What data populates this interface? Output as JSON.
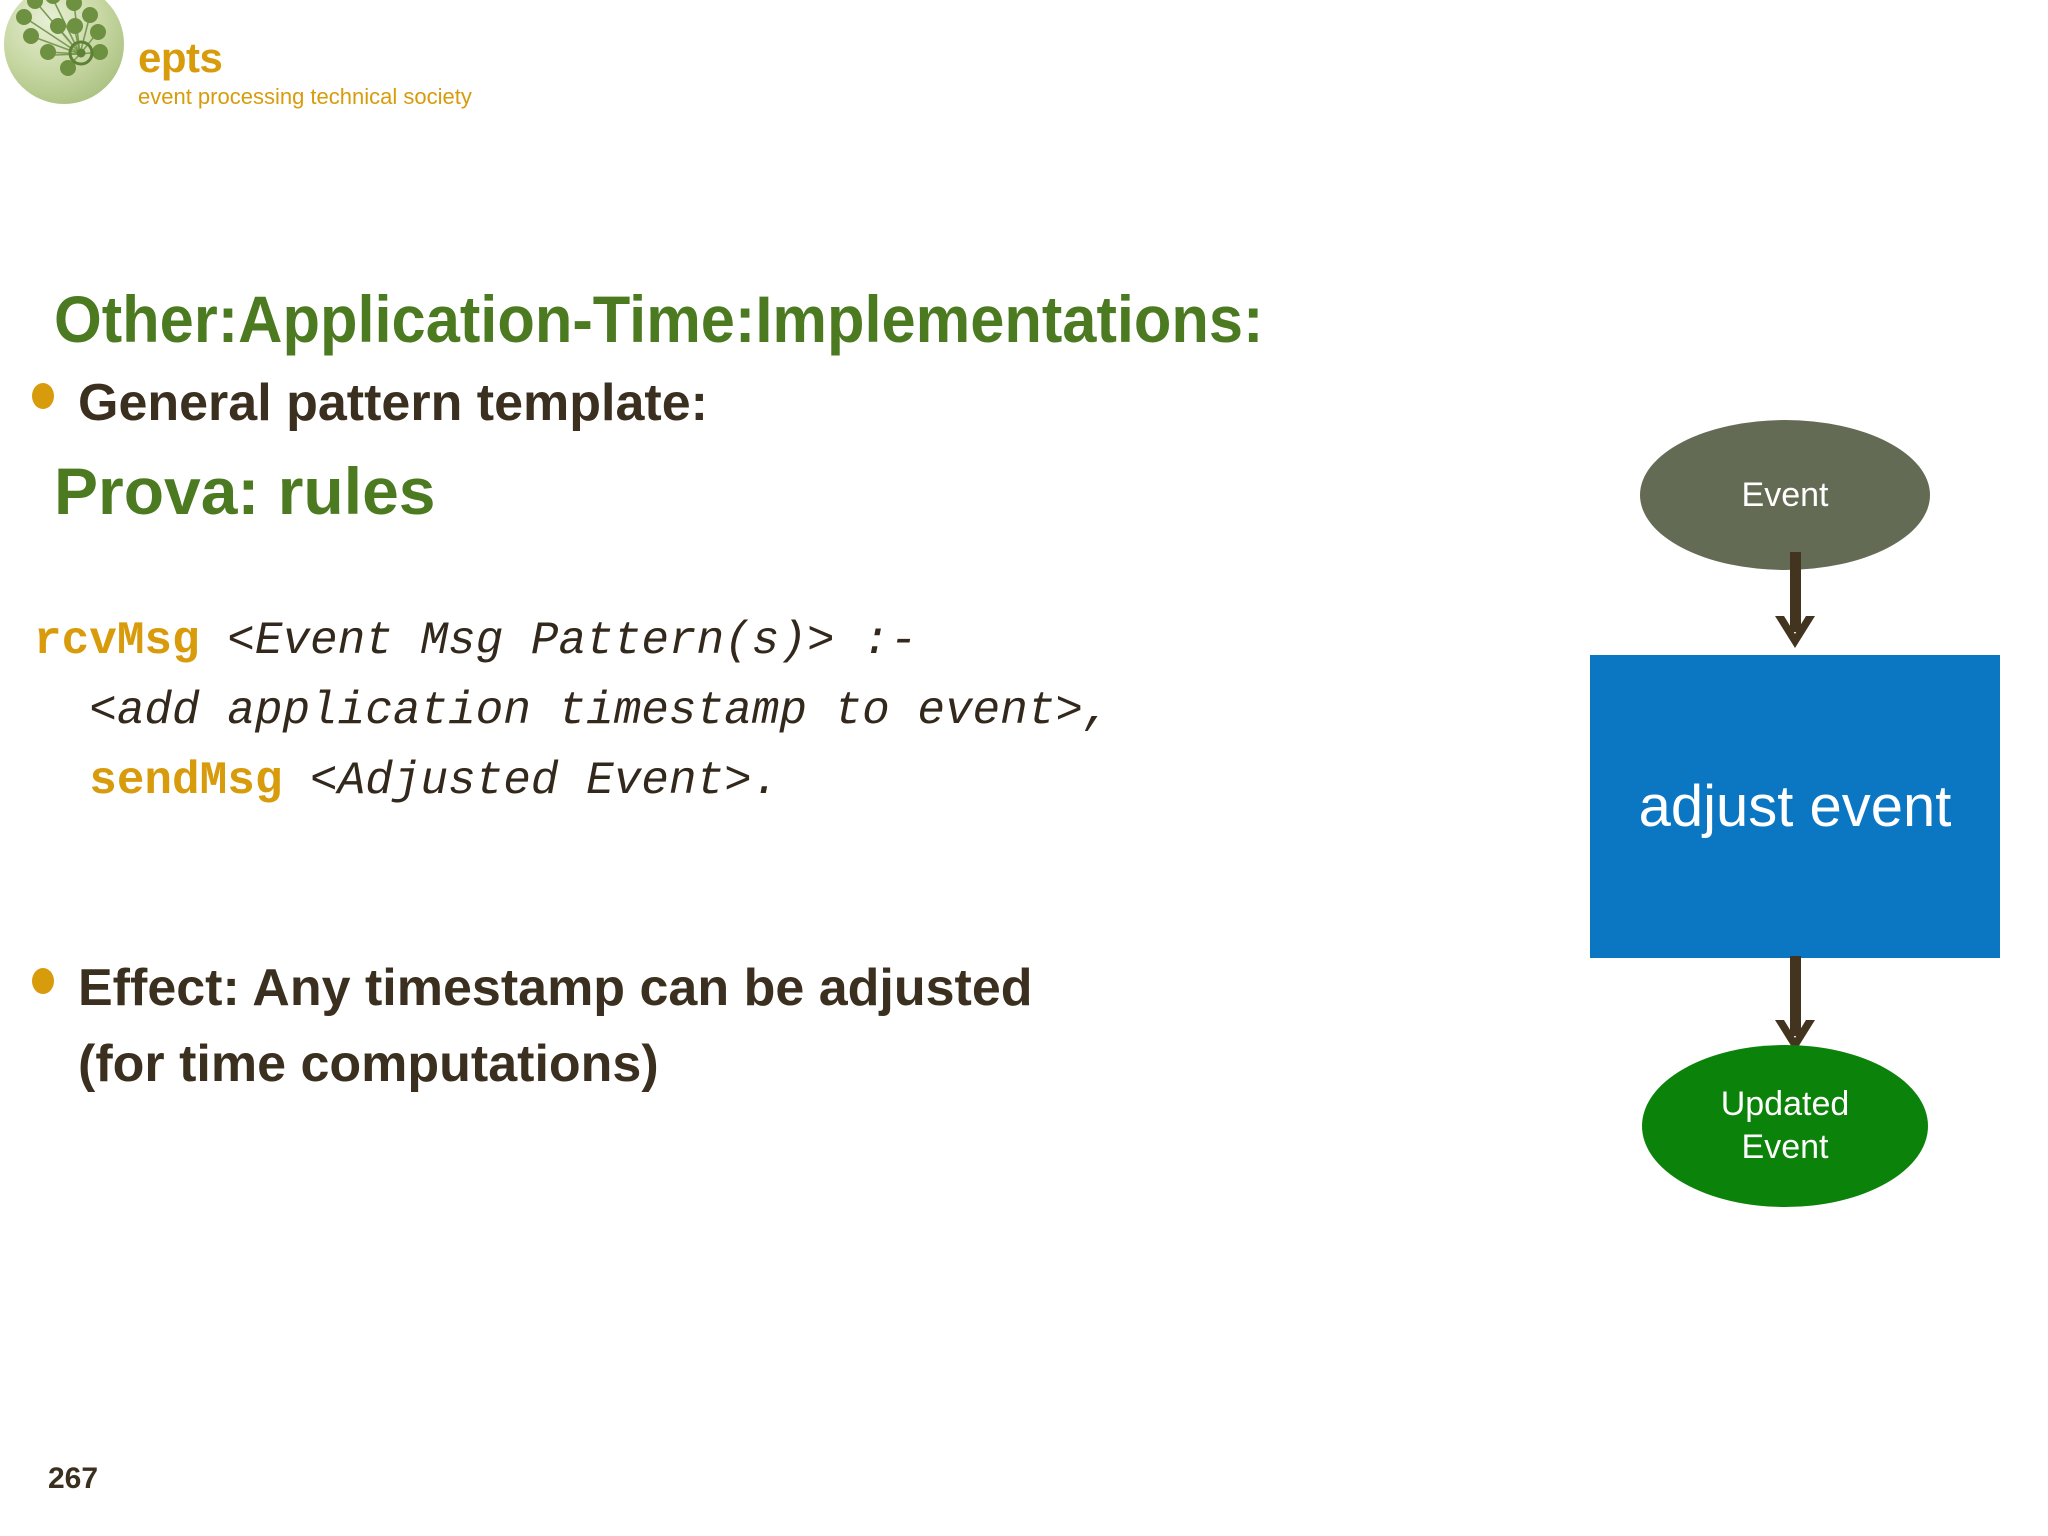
{
  "brand": {
    "logo_icon": "network-nodes-logo",
    "name": "epts",
    "tagline": "event processing technical society",
    "color": "#d89b0c"
  },
  "slide": {
    "title_line1": "Other:Application-Time:Implementations:",
    "title_line2": "Prova: rules",
    "title_color": "#4c7a21",
    "page_number": "267"
  },
  "bullets": [
    {
      "marker": "bullet-dot",
      "text": "General pattern template:"
    },
    {
      "marker": "bullet-dot",
      "text": "Effect: Any timestamp can be adjusted\n(for time computations)"
    }
  ],
  "code": {
    "line1_keyword": "rcvMsg",
    "line1_rest": " <Event Msg Pattern(s)> :-",
    "line2": "  <add application timestamp to event>,",
    "line3_indent": "  ",
    "line3_keyword": "sendMsg",
    "line3_rest": " <Adjusted Event>.",
    "keyword_color": "#d89b0c",
    "text_color": "#33281c"
  },
  "diagram": {
    "type": "flowchart",
    "nodes": [
      {
        "id": "event",
        "label": "Event",
        "shape": "ellipse",
        "color": "#646b55"
      },
      {
        "id": "adjust",
        "label": "adjust event",
        "shape": "rectangle",
        "color": "#0b76c2"
      },
      {
        "id": "updated",
        "label": "Updated\nEvent",
        "shape": "ellipse",
        "color": "#0b8209"
      }
    ],
    "edges": [
      {
        "from": "event",
        "to": "adjust",
        "arrow": "down-arrow-icon",
        "color": "#43341f"
      },
      {
        "from": "adjust",
        "to": "updated",
        "arrow": "down-arrow-icon",
        "color": "#43341f"
      }
    ]
  }
}
